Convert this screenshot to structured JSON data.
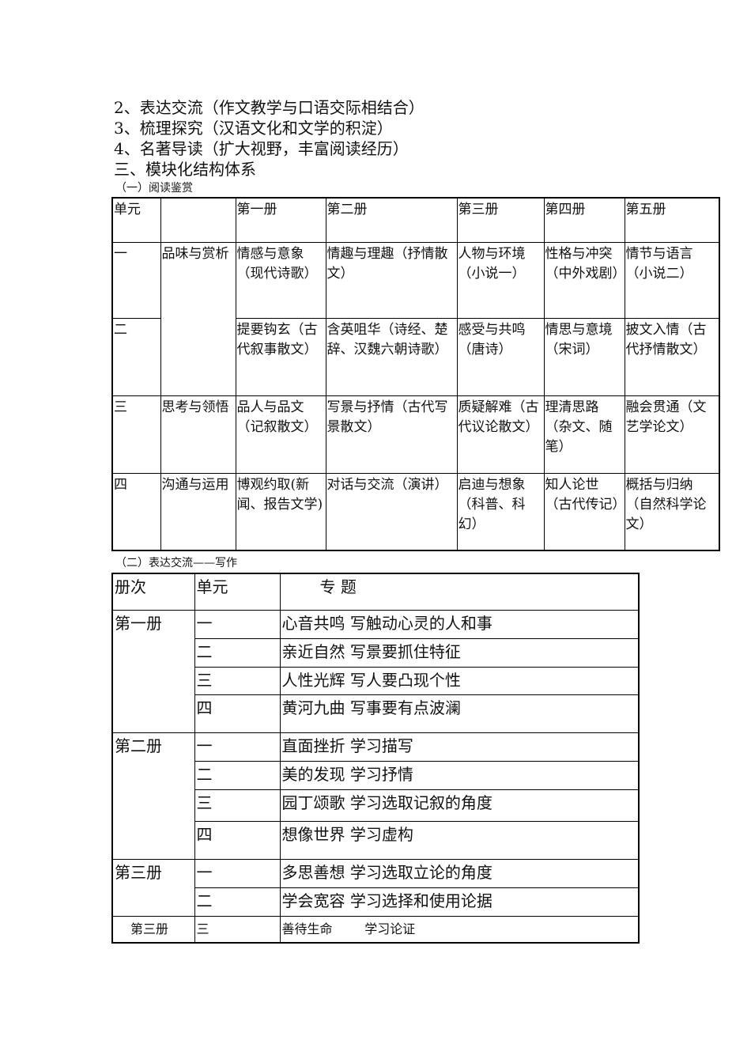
{
  "lines": [
    "2、表达交流（作文教学与口语交际相结合）",
    "3、梳理探究（汉语文化和文学的积淀）",
    "4、名著导读（扩大视野，丰富阅读经历）",
    "三、模块化结构体系"
  ],
  "reading": {
    "caption": "（一）阅读鉴赏",
    "headers": [
      "单元",
      "",
      "第一册",
      "第二册",
      "第三册",
      "第四册",
      "第五册"
    ],
    "rows": [
      {
        "unit": "一",
        "theme": "品味与赏析",
        "cells": [
          "情感与意象（现代诗歌）",
          "情趣与理趣（抒情散文）",
          "人物与环境（小说一）",
          "性格与冲突（中外戏剧）",
          "情节与语言（小说二）"
        ]
      },
      {
        "unit": "二",
        "cells": [
          "提要钩玄（古代叙事散文）",
          "含英咀华（诗经、楚辞、汉魏六朝诗歌）",
          "感受与共鸣（唐诗）",
          "情思与意境（宋词）",
          "披文入情（古代抒情散文）"
        ]
      },
      {
        "unit": "三",
        "theme": "思考与领悟",
        "cells": [
          "品人与品文（记叙散文）",
          "写景与抒情（古代写景散文）",
          "质疑解难（古代议论散文）",
          "理清思路（杂文、随笔）",
          "融会贯通（文艺学论文）"
        ]
      },
      {
        "unit": "四",
        "theme": "沟通与运用",
        "cells": [
          "博观约取(新闻、报告文学)",
          "对话与交流（演讲）",
          "启迪与想象（科普、科幻）",
          "知人论世（古代传记）",
          "概括与归纳（自然科学论文）"
        ]
      }
    ]
  },
  "writing": {
    "caption": "（二）表达交流——写作",
    "headers": [
      "册次",
      "单元",
      "专  题"
    ],
    "groups": [
      {
        "book": "第一册",
        "rows": [
          {
            "unit": "一",
            "topic": "心音共鸣  写触动心灵的人和事"
          },
          {
            "unit": "二",
            "topic": "亲近自然  写景要抓住特征"
          },
          {
            "unit": "三",
            "topic": "人性光辉  写人要凸现个性"
          },
          {
            "unit": "四",
            "topic": "黄河九曲  写事要有点波澜"
          }
        ]
      },
      {
        "book": "第二册",
        "rows": [
          {
            "unit": "一",
            "topic": "直面挫折  学习描写"
          },
          {
            "unit": "二",
            "topic": "美的发现  学习抒情"
          },
          {
            "unit": "三",
            "topic": "园丁颂歌  学习选取记叙的角度"
          },
          {
            "unit": "四",
            "topic": "想像世界  学习虚构"
          }
        ]
      },
      {
        "book": "第三册",
        "rows": [
          {
            "unit": "一",
            "topic": "多思善想  学习选取立论的角度"
          },
          {
            "unit": "二",
            "topic": "学会宽容  学习选择和使用论据"
          }
        ]
      },
      {
        "book": "第三册",
        "rows": [
          {
            "unit": "三",
            "topic": "善待生命        学习论证"
          }
        ]
      }
    ]
  }
}
